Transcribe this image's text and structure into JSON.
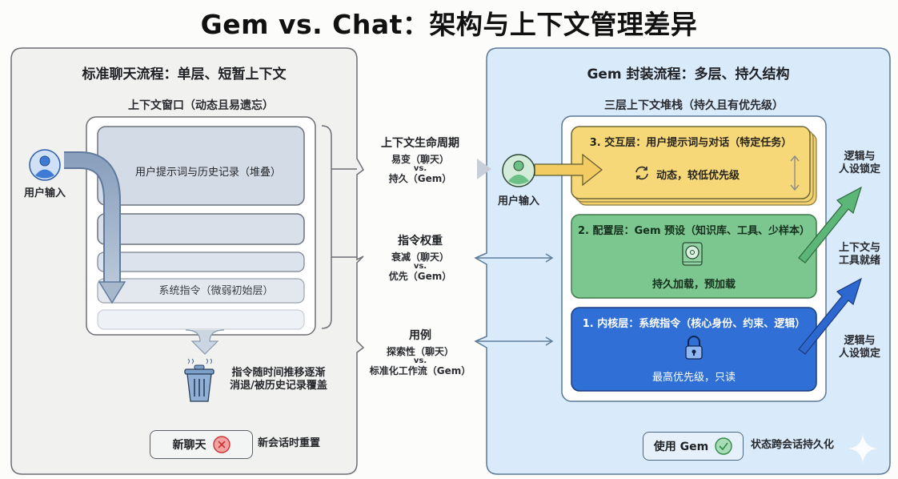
{
  "title": "Gem vs. Chat：架构与上下文管理差异",
  "left_panel": {
    "title": "标准聊天流程：单层、短暂上下文",
    "window_label": "上下文窗口（动态且易遗忘）",
    "user_input_label": "用户输入",
    "history_block": "用户提示词与历史记录（堆叠）",
    "system_block": "系统指令（微弱初始层）",
    "trash_note_line1": "指令随时间推移逐渐",
    "trash_note_line2": "消退/被历史记录覆盖",
    "new_chat_button": "新聊天",
    "reset_note": "新会话时重置",
    "icons": [
      "user-icon",
      "trash-icon",
      "close-circle-icon"
    ]
  },
  "middle": {
    "items": [
      {
        "heading": "上下文生命周期",
        "chat": "易变（聊天）",
        "vs": "vs.",
        "gem": "持久（Gem）"
      },
      {
        "heading": "指令权重",
        "chat": "衰减（聊天）",
        "vs": "vs.",
        "gem": "优先（Gem）"
      },
      {
        "heading": "用例",
        "chat": "探索性（聊天）",
        "vs": "vs.",
        "gem": "标准化工作流（Gem）"
      }
    ]
  },
  "right_panel": {
    "title": "Gem 封装流程：多层、持久结构",
    "stack_label": "三层上下文堆栈（持久且有优先级）",
    "user_input_label": "用户输入",
    "layers": [
      {
        "title": "3. 交互层：用户提示词与对话（特定任务）",
        "desc": "动态，较低优先级",
        "icon": "refresh-icon",
        "color": "#f6d878"
      },
      {
        "title": "2. 配置层：Gem 预设（知识库、工具、少样本）",
        "desc": "持久加载，预加载",
        "icon": "disk-icon",
        "color": "#7cc68f"
      },
      {
        "title": "1. 内核层：系统指令（核心身份、约束、逻辑）",
        "desc": "最高优先级，只读",
        "icon": "lock-icon",
        "color": "#2f6fd6"
      }
    ],
    "side_labels": [
      "逻辑与\n人设锁定",
      "上下文与\n工具就绪",
      "逻辑与\n人设锁定"
    ],
    "use_gem_button": "使用 Gem",
    "persist_note": "状态跨会话持久化",
    "icons": [
      "user-icon",
      "check-circle-icon",
      "sparkle-icon"
    ]
  }
}
